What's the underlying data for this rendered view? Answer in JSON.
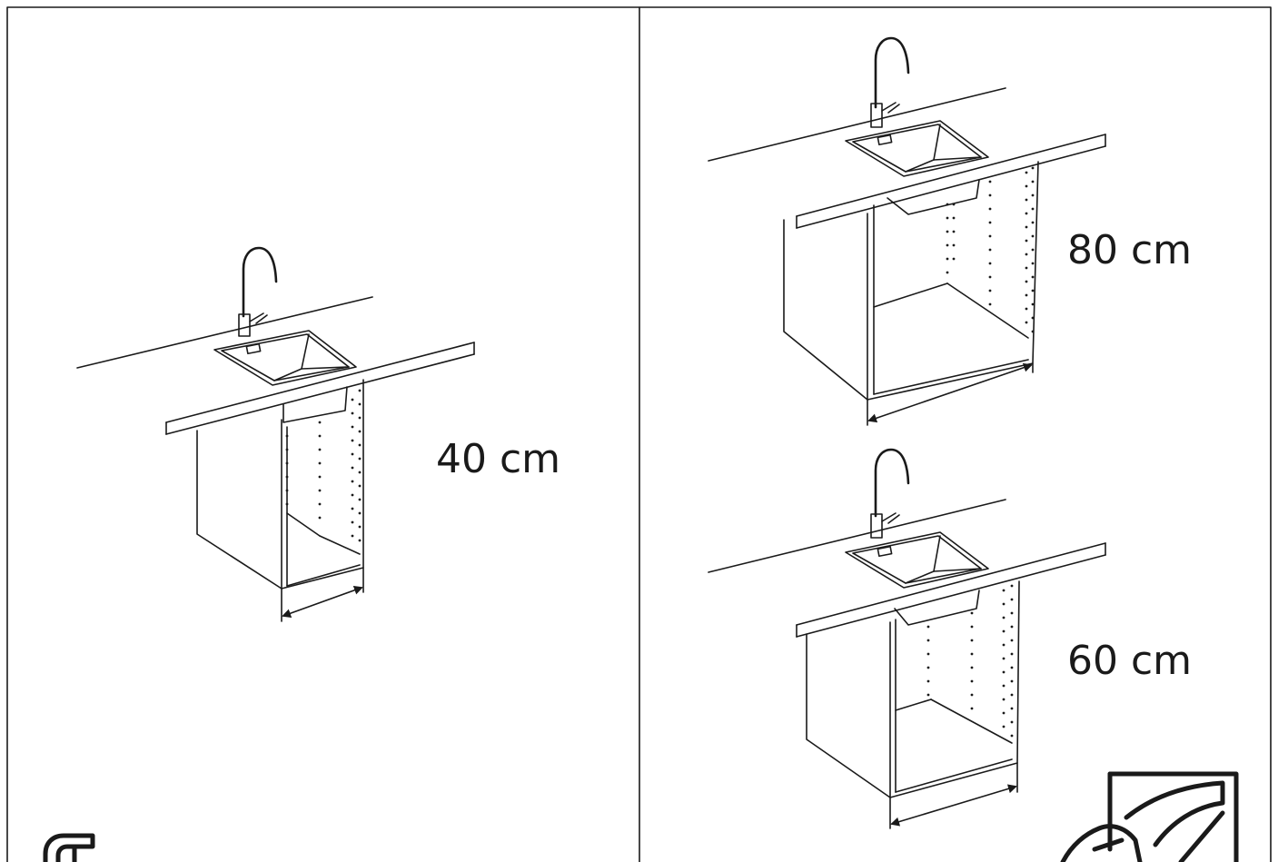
{
  "panels": [
    {
      "id": "left",
      "label": "40 cm"
    },
    {
      "id": "top-right",
      "label": "80 cm"
    },
    {
      "id": "bottom-right",
      "label": "60 cm"
    }
  ],
  "colors": {
    "line": "#1a1a1a",
    "background": "#ffffff"
  },
  "icons": [
    "faucet-icon",
    "sink-icon",
    "cabinet-icon",
    "dimension-arrow-icon",
    "page-turn-icon",
    "hand-icon"
  ]
}
